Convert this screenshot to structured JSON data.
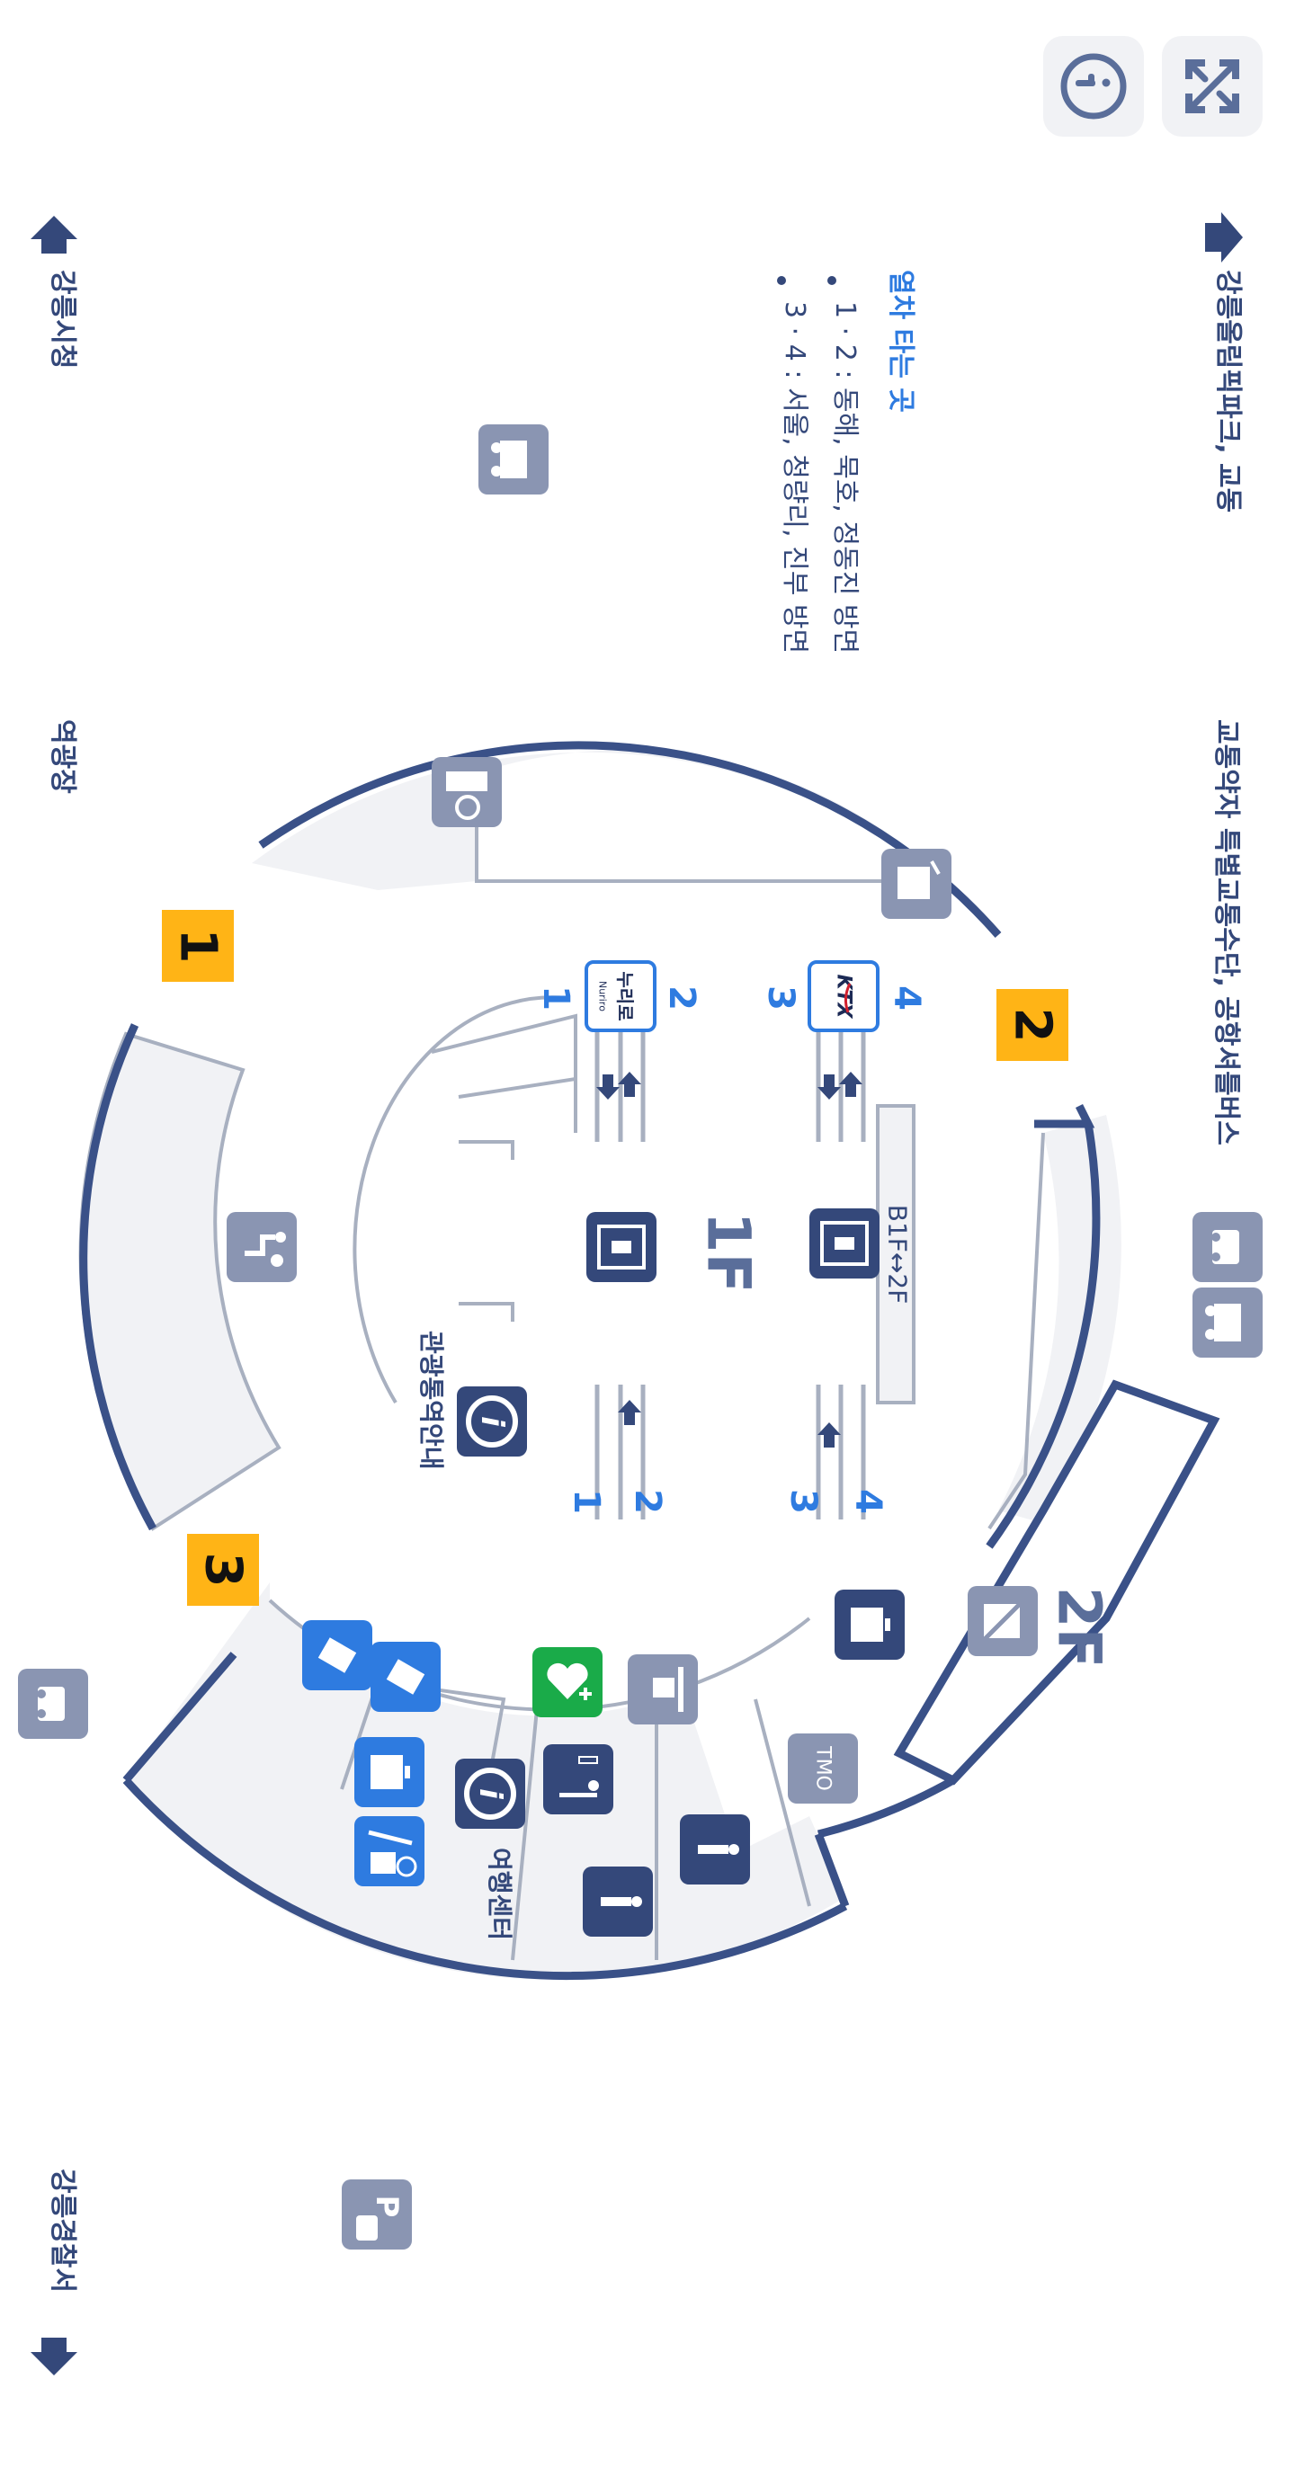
{
  "controls": {
    "info_button": {
      "icon": "info-icon"
    },
    "fullscreen_button": {
      "icon": "expand-icon"
    }
  },
  "colors": {
    "navy": "#34487a",
    "wall": "#3a5188",
    "gray_line": "#a8b0c0",
    "gray_icon": "#8a95b2",
    "fill": "#f1f2f5",
    "blue": "#2e7be0",
    "yellow": "#ffb416",
    "green": "#1aab49",
    "dark_icon": "#34487a"
  },
  "directions": {
    "top_right": "강릉올림픽파크, 교동",
    "top_left": "강릉시청",
    "left_middle": "역광장",
    "bottom_left": "강릉경찰서",
    "right_middle": "교통약자 특별교통수단, 공항셔틀버스"
  },
  "boarding_info": {
    "title": "열차 타는 곳",
    "items": [
      "1 · 2 : 동해, 묵호, 정동진 방면",
      "3 · 4 : 서울, 청량리, 진부 방면"
    ]
  },
  "exits": [
    "1",
    "2",
    "3"
  ],
  "floors": {
    "first": "1F",
    "second": "2F",
    "elevator_range": "B1F↔2F"
  },
  "platforms": {
    "numbers": [
      "1",
      "2",
      "3",
      "4"
    ],
    "nurirho_label": "누리로",
    "nurirho_sub": "Nurirо",
    "ktx_label": "KTX"
  },
  "places": {
    "tourist_info": "관광통역안내",
    "travel_center": "여행센터",
    "tmo": "TMO"
  },
  "icons": [
    "bus-icon",
    "wheelchair-charging-icon",
    "airport-limousine-icon",
    "special-transport-icon",
    "bus-icon",
    "nursing-room-icon",
    "ticket-machine-icon",
    "ticket-machine-icon",
    "locker-icon",
    "lost-and-found-icon",
    "information-icon",
    "aed-icon",
    "baby-care-icon",
    "atm-icon",
    "womens-restroom-icon",
    "mens-restroom-icon",
    "coin-locker-icon",
    "no-photography-icon",
    "taxi-icon",
    "parking-icon",
    "elevator-icon"
  ]
}
